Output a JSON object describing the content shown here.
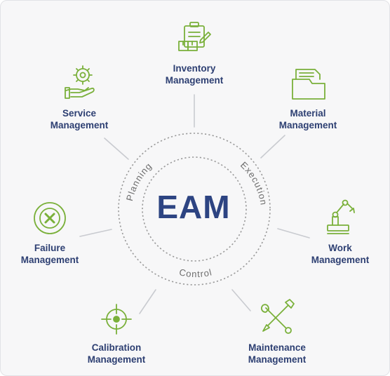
{
  "center": {
    "title": "EAM"
  },
  "ring_words": {
    "planning": "Planning",
    "execution": "Execution",
    "control": "Control"
  },
  "nodes": [
    {
      "id": "inventory",
      "line1": "Inventory",
      "line2": "Management",
      "icon": "clipboard-boxes-icon"
    },
    {
      "id": "material",
      "line1": "Material",
      "line2": "Management",
      "icon": "folder-icon"
    },
    {
      "id": "work",
      "line1": "Work",
      "line2": "Management",
      "icon": "robot-arm-icon"
    },
    {
      "id": "maintenance",
      "line1": "Maintenance",
      "line2": "Management",
      "icon": "wrench-screwdriver-icon"
    },
    {
      "id": "calibration",
      "line1": "Calibration",
      "line2": "Management",
      "icon": "crosshair-target-icon"
    },
    {
      "id": "failure",
      "line1": "Failure",
      "line2": "Management",
      "icon": "x-circle-icon"
    },
    {
      "id": "service",
      "line1": "Service",
      "line2": "Management",
      "icon": "gear-hand-icon"
    }
  ],
  "colors": {
    "text": "#2d3f72",
    "icon": "#7ab03a",
    "connector": "#c9cbd0",
    "ring": "#a3a3a3"
  }
}
